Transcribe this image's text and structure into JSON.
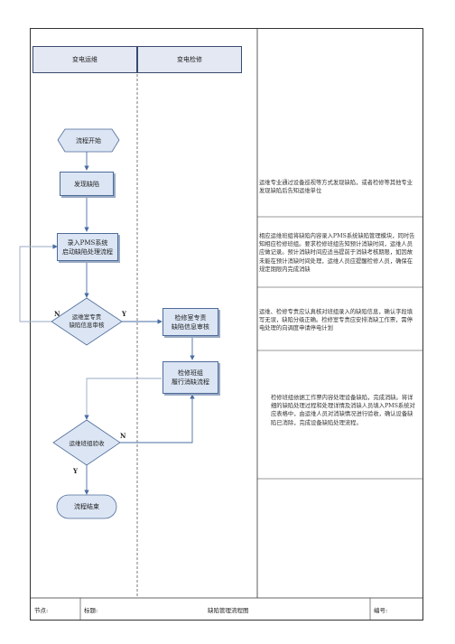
{
  "lanes": {
    "left": "变电运维",
    "right": "变电检修"
  },
  "shapes": {
    "start": "流程开始",
    "find": "发现缺陷",
    "record": "录入PMS系统\n启动缺陷处理流程",
    "review_ops": "运维室专责\n缺陷信息审核",
    "review_maint": "检修室专责\n缺陷信息审核",
    "team_repair": "检修班组\n履行消缺流程",
    "accept": "运维班组验收",
    "end": "流程结束"
  },
  "edge_labels": {
    "review_no": "N",
    "review_yes": "Y",
    "accept_no": "N",
    "accept_yes": "Y"
  },
  "notes": {
    "n1": "运维专业通过设备巡视等方式发现缺陷，或者检修等其他专业发现缺陷后告知运维单位",
    "n2": "相应运维班组将缺陷内容录入PMS系统缺陷管理模块，同时告知相应检修班组。要求检修班组告知预计消缺时间，运维人员应做记录。预计消缺时间应适当提前于消缺考核期限，如因故未能在预计消缺时间处理，运维人员应提醒检修人员，确保在规定期限内完成消缺",
    "n3": "运维、检修专责应认真核对班组录入的缺陷信息，确认字段填写无误，缺陷分级正确。检修室专责应安排消缺工作票，需停电处理的向调度申请停电计划",
    "n4": "检修班组依据工作票内容处理设备缺陷，完成消缺。将详细的缺陷处理过程和处理详情及消缺人员填入PMS系统对应表格中，由运维人员对消缺情况进行验收，确认设备缺陷已消除，完成设备缺陷处理流程。"
  },
  "footer": {
    "node_label": "节点:",
    "title_label": "标题:",
    "title": "缺陷管理流程图",
    "number_label": "编号:"
  }
}
